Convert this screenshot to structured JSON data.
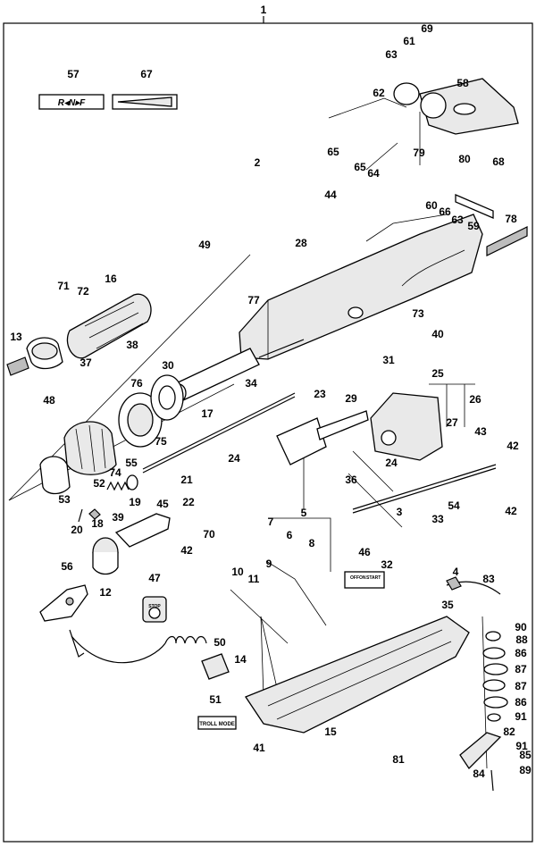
{
  "assembly": {
    "ref": "1"
  },
  "decal_text": {
    "shift_indicator": "R◂N▸F",
    "troll_mode": "TROLL MODE",
    "stop_switch": "STOP",
    "switch_panel": [
      "OFF",
      "ON",
      "START"
    ]
  },
  "callouts": [
    "1",
    "2",
    "3",
    "4",
    "5",
    "6",
    "7",
    "8",
    "9",
    "10",
    "11",
    "12",
    "13",
    "14",
    "15",
    "16",
    "17",
    "18",
    "19",
    "20",
    "21",
    "22",
    "23",
    "24",
    "24",
    "25",
    "26",
    "27",
    "28",
    "29",
    "30",
    "31",
    "32",
    "33",
    "34",
    "35",
    "36",
    "37",
    "38",
    "39",
    "40",
    "41",
    "42",
    "42",
    "42",
    "43",
    "44",
    "45",
    "46",
    "47",
    "48",
    "49",
    "50",
    "51",
    "52",
    "53",
    "54",
    "55",
    "56",
    "57",
    "58",
    "59",
    "60",
    "61",
    "62",
    "63",
    "63",
    "64",
    "65",
    "65",
    "66",
    "67",
    "68",
    "69",
    "70",
    "71",
    "72",
    "73",
    "74",
    "75",
    "76",
    "77",
    "78",
    "79",
    "80",
    "81",
    "82",
    "83",
    "84",
    "85",
    "86",
    "86",
    "87",
    "87",
    "88",
    "89",
    "90",
    "91",
    "91"
  ]
}
